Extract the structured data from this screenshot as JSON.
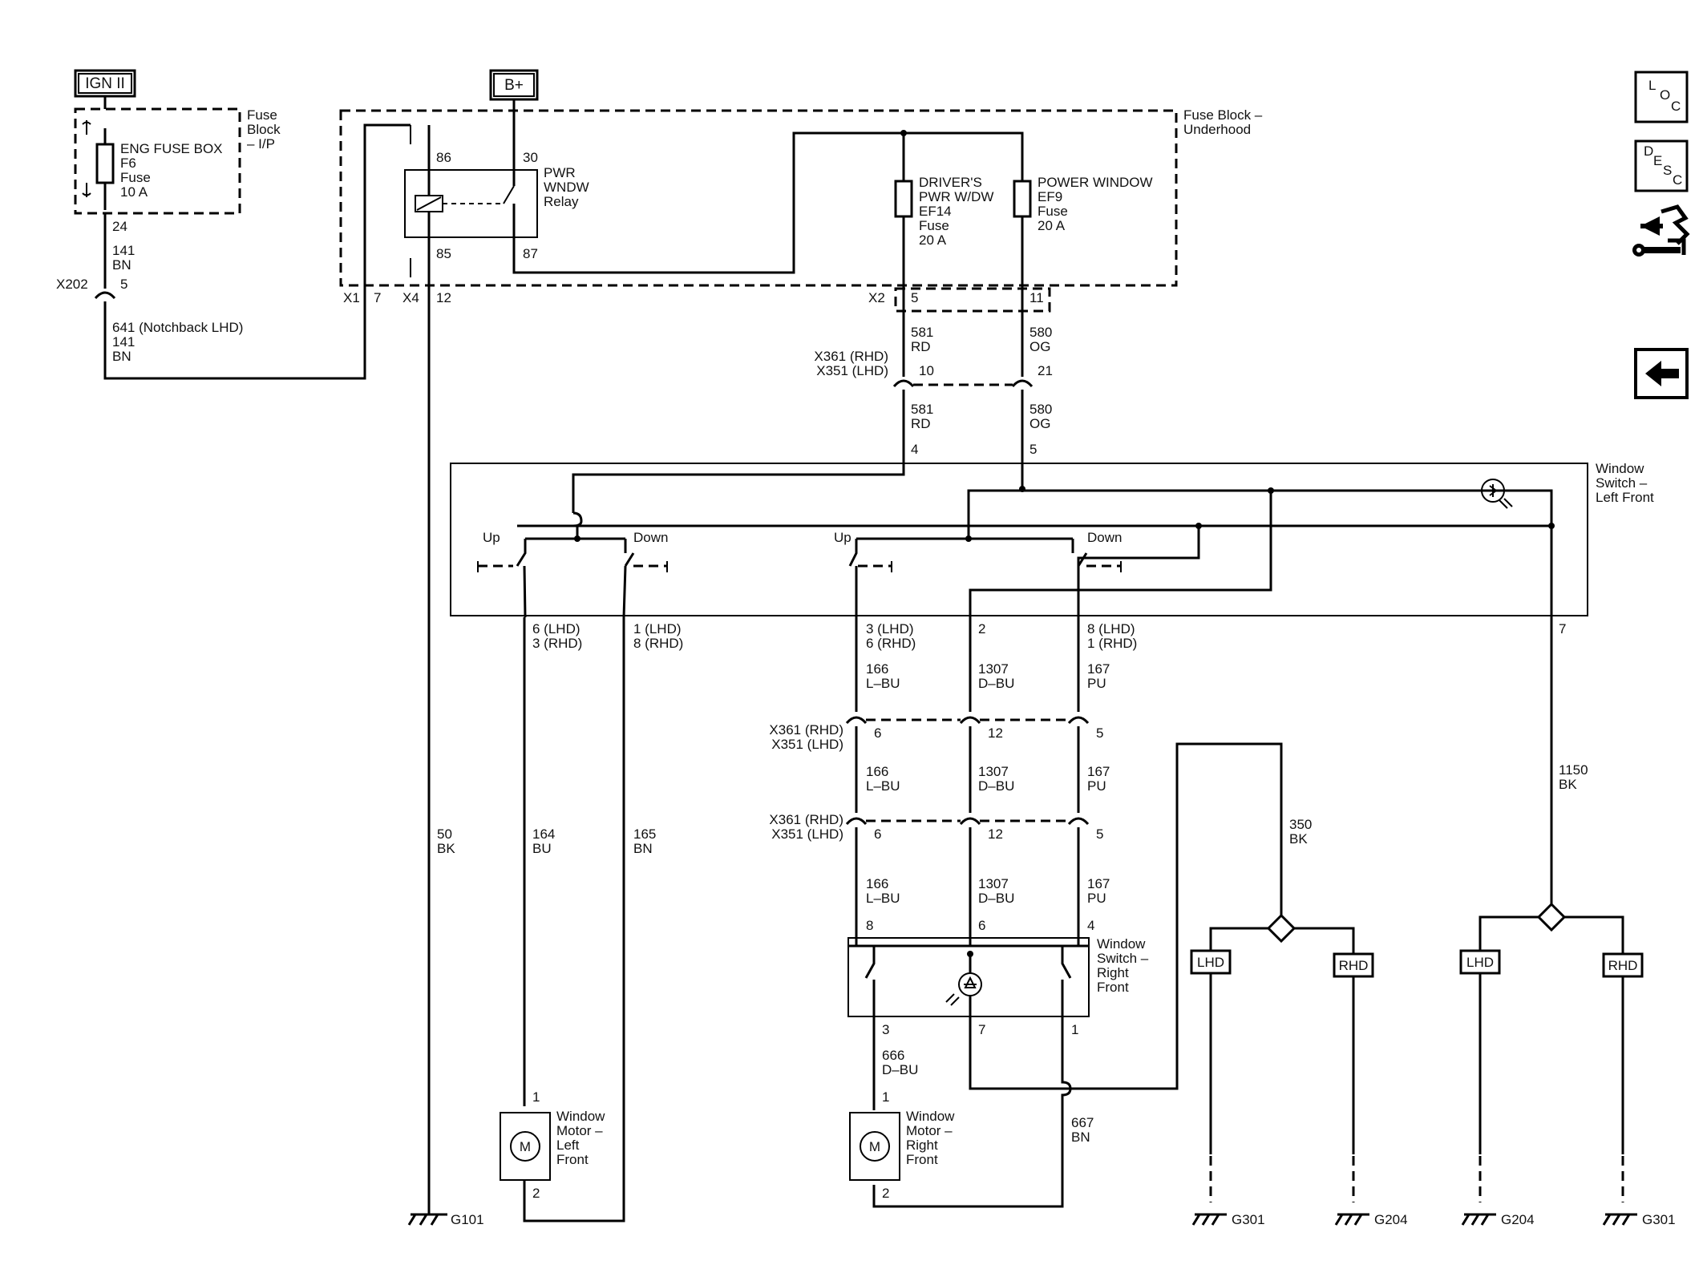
{
  "title_boxes": {
    "ign": "IGN II",
    "bplus": "B+"
  },
  "fuse_ip": {
    "label": [
      "Fuse",
      "Block",
      "– I/P"
    ],
    "fuse": [
      "ENG FUSE BOX",
      "F6",
      "Fuse",
      "10 A"
    ],
    "pin": "24",
    "wire": [
      "141",
      "BN"
    ]
  },
  "x202": {
    "name": "X202",
    "pin": "5",
    "wire": [
      "641 (Notchback LHD)",
      "141",
      "BN"
    ]
  },
  "underhood": {
    "label": [
      "Fuse Block –",
      "Underhood"
    ],
    "relay": [
      "PWR",
      "WNDW",
      "Relay"
    ],
    "relay_pins": {
      "p86": "86",
      "p30": "30",
      "p85": "85",
      "p87": "87"
    },
    "fuse14": [
      "DRIVER'S",
      "PWR W/DW",
      "EF14",
      "Fuse",
      "20 A"
    ],
    "fuse9": [
      "POWER WINDOW",
      "EF9",
      "Fuse",
      "20 A"
    ],
    "x1": "X1",
    "x1pin": "7",
    "x4": "X4",
    "x4pin": "12",
    "x2": "X2",
    "x2pin5": "5",
    "x2pin11": "11"
  },
  "conn_top": {
    "name": [
      "X361 (RHD)",
      "X351 (LHD)"
    ],
    "pinA": "10",
    "pinB": "21",
    "wireA_top": [
      "581",
      "RD"
    ],
    "wireB_top": [
      "580",
      "OG"
    ],
    "wireA_bot": [
      "581",
      "RD"
    ],
    "wireB_bot": [
      "580",
      "OG"
    ],
    "swpinA": "4",
    "swpinB": "5"
  },
  "switch_lf": {
    "label": [
      "Window",
      "Switch –",
      "Left Front"
    ],
    "up1": "Up",
    "down1": "Down",
    "up2": "Up",
    "down2": "Down",
    "pins": [
      "6 (LHD)",
      "3 (RHD)",
      "1 (LHD)",
      "8 (RHD)",
      "3 (LHD)",
      "6 (RHD)",
      "2",
      "8 (LHD)",
      "1 (RHD)",
      "7"
    ]
  },
  "wires_mid": {
    "w166": [
      "166",
      "L–BU"
    ],
    "w1307": [
      "1307",
      "D–BU"
    ],
    "w167": [
      "167",
      "PU"
    ],
    "w50": [
      "50",
      "BK"
    ],
    "w164": [
      "164",
      "BU"
    ],
    "w165": [
      "165",
      "BN"
    ],
    "w1150": [
      "1150",
      "BK"
    ],
    "w350": [
      "350",
      "BK"
    ]
  },
  "conn_mid": {
    "name": [
      "X361 (RHD)",
      "X351 (LHD)"
    ],
    "p6": "6",
    "p12": "12",
    "p5": "5"
  },
  "conn_low": {
    "name": [
      "X361 (RHD)",
      "X351 (LHD)"
    ],
    "p6": "6",
    "p12": "12",
    "p5": "5"
  },
  "switch_rf": {
    "label": [
      "Window",
      "Switch –",
      "Right",
      "Front"
    ],
    "pins_top": [
      "8",
      "6",
      "4"
    ],
    "pins_bot": [
      "3",
      "7",
      "1"
    ]
  },
  "motor_lf": {
    "label": [
      "Window",
      "Motor –",
      "Left",
      "Front"
    ],
    "p1": "1",
    "p2": "2",
    "m": "M"
  },
  "motor_rf": {
    "label": [
      "Window",
      "Motor –",
      "Right",
      "Front"
    ],
    "p1": "1",
    "p2": "2",
    "m": "M",
    "w666": [
      "666",
      "D–BU"
    ],
    "w667": [
      "667",
      "BN"
    ]
  },
  "grounds": {
    "g101": "G101",
    "g301a": "G301",
    "g204a": "G204",
    "g204b": "G204",
    "g301b": "G301"
  },
  "options": {
    "lhd": "LHD",
    "rhd": "RHD"
  },
  "side_icons": {
    "loc": [
      "L",
      "O",
      "C"
    ],
    "desc": [
      "D",
      "E",
      "S",
      "C"
    ]
  }
}
